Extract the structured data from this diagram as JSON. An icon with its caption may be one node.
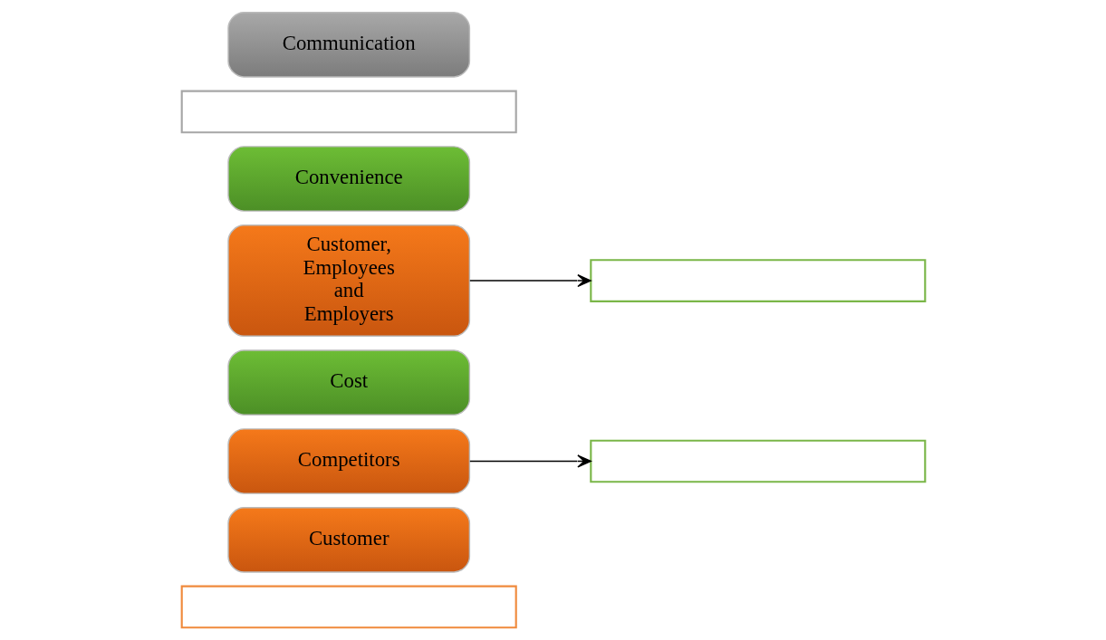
{
  "diagram": {
    "nodes": [
      {
        "text": [],
        "shape": "box"
      },
      {
        "text": [
          "Customer"
        ]
      },
      {
        "text": [
          "Competitors"
        ]
      },
      {
        "text": [],
        "shape": "box"
      },
      {
        "text": [
          "Cost"
        ]
      },
      {
        "text": [
          "Customer, Employees and Employers"
        ]
      },
      {
        "text": [],
        "shape": "box"
      },
      {
        "text": [
          "Convenience"
        ]
      },
      {
        "text": [],
        "shape": "box"
      },
      {
        "text": [
          "Communication"
        ]
      }
    ],
    "edges": [
      {
        "from": 2,
        "to": 3,
        "arrow": "to"
      },
      {
        "from": 5,
        "to": 6,
        "arrow": "to"
      }
    ]
  }
}
